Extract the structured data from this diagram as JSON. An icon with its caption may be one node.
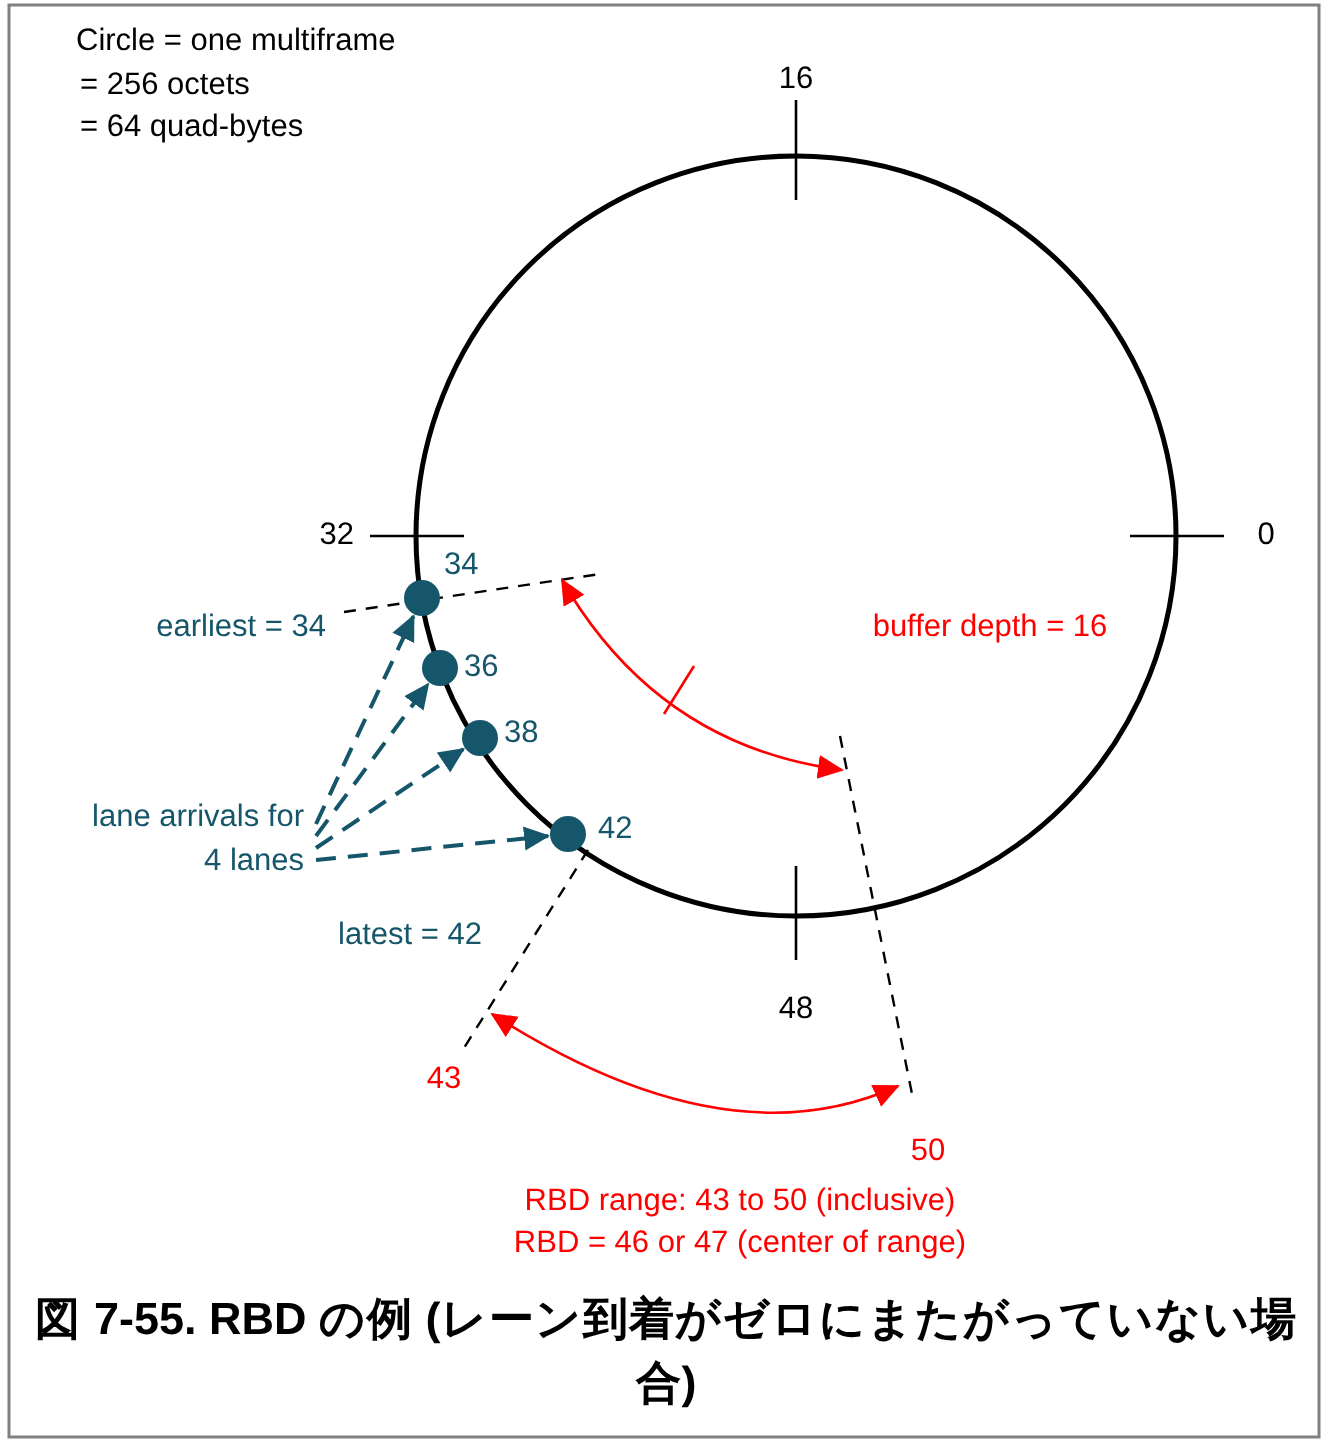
{
  "diagram": {
    "caption": "図 7-55. RBD の例 (レーン到着がゼロにまたがっていない場合)",
    "nodes": [
      {
        "text": [
          "lane arrivals for 4 lanes"
        ]
      },
      {
        "text": [],
        "shape": "circle",
        "beside": [
          "34"
        ]
      },
      {
        "text": [],
        "shape": "circle",
        "beside": [
          "36"
        ]
      },
      {
        "text": [],
        "shape": "circle",
        "beside": [
          "38"
        ]
      },
      {
        "text": [],
        "shape": "circle",
        "beside": [
          "42"
        ]
      }
    ],
    "edges": [
      {
        "from": 0,
        "to": 1,
        "arrow": "to",
        "style": "dashed"
      },
      {
        "from": 0,
        "to": 2,
        "arrow": "to",
        "style": "dashed"
      },
      {
        "from": 0,
        "to": 3,
        "arrow": "to",
        "style": "dashed"
      },
      {
        "from": 0,
        "to": 4,
        "arrow": "to",
        "style": "dashed"
      }
    ],
    "labels": [
      "Circle = one multiframe",
      "= 256 octets",
      "= 64 quad-bytes",
      "16",
      "32",
      "0",
      "earliest = 34",
      "buffer depth = 16",
      "latest = 42",
      "48",
      "43",
      "50",
      "RBD range: 43 to 50 (inclusive)",
      "RBD = 46 or 47 (center of range)"
    ]
  }
}
